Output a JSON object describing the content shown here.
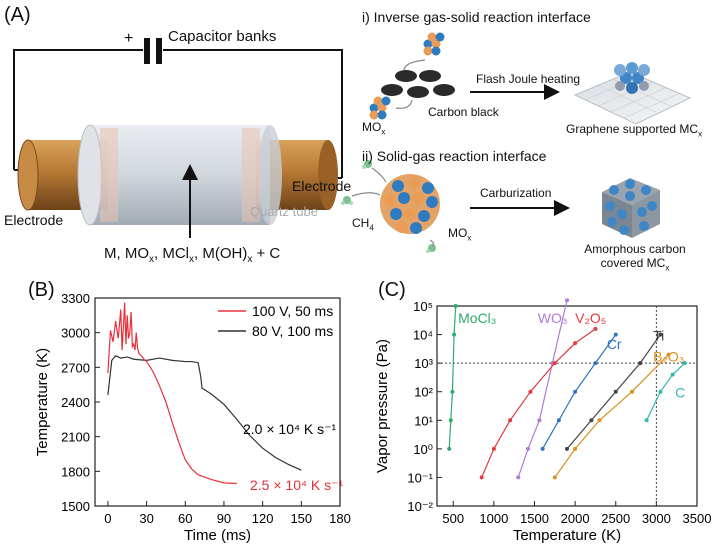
{
  "panels": {
    "a": {
      "label": "(A)",
      "capacitor_sign": "+",
      "capacitor_label": "Capacitor banks",
      "electrode_left": "Electrode",
      "electrode_right": "Electrode",
      "quartz": "Quartz tube",
      "reactants": "M, MOx, MClx, M(OH)x + C",
      "section_i": "i) Inverse gas-solid reaction interface",
      "section_ii": "ii) Solid-gas reaction interface",
      "carbon_black": "Carbon black",
      "mox_i": "MOx",
      "mox_ii": "MOx",
      "flash": "Flash Joule heating",
      "graphene": "Graphene supported MCx",
      "carburization": "Carburization",
      "ch4": "CH4",
      "amorphous_1": "Amorphous carbon",
      "amorphous_2": "covered MCx"
    },
    "b": {
      "label": "(B)"
    },
    "c": {
      "label": "(C)"
    }
  },
  "colors": {
    "red": "#e8303a",
    "black": "#333333",
    "MoCl3": "#2eaa6e",
    "WO3": "#b07bd6",
    "V2O5": "#e23b3b",
    "Cr": "#2e74c0",
    "Ti": "#444444",
    "B2O3": "#d8901f",
    "C": "#33b8b0"
  },
  "chart_data": [
    {
      "type": "line",
      "xlabel": "Time (ms)",
      "ylabel": "Temperature (K)",
      "xlim": [
        -10,
        180
      ],
      "ylim": [
        1500,
        3300
      ],
      "xticks": [
        0,
        30,
        60,
        90,
        120,
        150,
        180
      ],
      "yticks": [
        1500,
        1800,
        2100,
        2400,
        2700,
        3000,
        3300
      ],
      "legend_position": "top-right",
      "annotations": [
        "2.0 × 10⁴ K s⁻¹",
        "2.5 × 10⁴ K s⁻¹"
      ],
      "series": [
        {
          "name": "100 V, 50 ms",
          "color_key": "red",
          "x": [
            0,
            2,
            4,
            6,
            8,
            10,
            11,
            12,
            13,
            14,
            15,
            16,
            17,
            18,
            19,
            20,
            21,
            22,
            23,
            24,
            26,
            28,
            30,
            33,
            36,
            40,
            45,
            50,
            55,
            60,
            65,
            70,
            80,
            90,
            100
          ],
          "y": [
            2650,
            3020,
            2920,
            3100,
            2950,
            3200,
            2850,
            3050,
            3260,
            2900,
            3150,
            2950,
            3000,
            3180,
            2880,
            2900,
            2850,
            3000,
            2870,
            2820,
            2800,
            2770,
            2750,
            2700,
            2640,
            2540,
            2400,
            2220,
            2050,
            1900,
            1820,
            1770,
            1730,
            1700,
            1695
          ]
        },
        {
          "name": "80 V, 100 ms",
          "color_key": "black",
          "x": [
            0,
            3,
            6,
            10,
            15,
            20,
            30,
            40,
            50,
            60,
            65,
            70,
            72,
            73,
            80,
            90,
            100,
            110,
            120,
            130,
            140,
            150
          ],
          "y": [
            2460,
            2760,
            2800,
            2780,
            2790,
            2770,
            2760,
            2780,
            2760,
            2750,
            2750,
            2740,
            2620,
            2520,
            2470,
            2380,
            2250,
            2110,
            2000,
            1920,
            1860,
            1810
          ]
        }
      ]
    },
    {
      "type": "line",
      "xlabel": "Temperature (K)",
      "ylabel": "Vapor pressure (Pa)",
      "xlim": [
        300,
        3500
      ],
      "ylim_log10": [
        -2,
        5
      ],
      "xticks": [
        500,
        1000,
        1500,
        2000,
        2500,
        3000,
        3500
      ],
      "ytick_labels": [
        "10⁻²",
        "10⁻¹",
        "10⁰",
        "10¹",
        "10²",
        "10³",
        "10⁴",
        "10⁵"
      ],
      "reference_lines": {
        "x": 3000,
        "y_log10": 3
      },
      "series": [
        {
          "name": "MoCl₃",
          "color_key": "MoCl3",
          "x": [
            450,
            470,
            490,
            510,
            530
          ],
          "log10_y": [
            0,
            1,
            2,
            4,
            5
          ]
        },
        {
          "name": "WO₃",
          "color_key": "WO3",
          "x": [
            1300,
            1420,
            1560,
            1720,
            1900
          ],
          "log10_y": [
            -1,
            0,
            1,
            3,
            5.2
          ]
        },
        {
          "name": "V₂O₅",
          "color_key": "V2O5",
          "x": [
            850,
            1000,
            1200,
            1450,
            1750,
            2000,
            2250
          ],
          "log10_y": [
            -1,
            0,
            1,
            2,
            3,
            3.7,
            4.2
          ]
        },
        {
          "name": "Cr",
          "color_key": "Cr",
          "x": [
            1600,
            1800,
            2000,
            2250,
            2500
          ],
          "log10_y": [
            0,
            1,
            2,
            3,
            4
          ]
        },
        {
          "name": "Ti",
          "color_key": "Ti",
          "x": [
            1900,
            2200,
            2500,
            2800,
            3050
          ],
          "log10_y": [
            0,
            1,
            2,
            3,
            4
          ]
        },
        {
          "name": "B₂O₃",
          "color_key": "B2O3",
          "x": [
            1750,
            2000,
            2300,
            2700,
            3150
          ],
          "log10_y": [
            -1,
            0,
            1,
            2,
            3.3
          ]
        },
        {
          "name": "C",
          "color_key": "C",
          "x": [
            2880,
            3050,
            3200,
            3350
          ],
          "log10_y": [
            1,
            2,
            2.6,
            3
          ]
        }
      ]
    }
  ]
}
